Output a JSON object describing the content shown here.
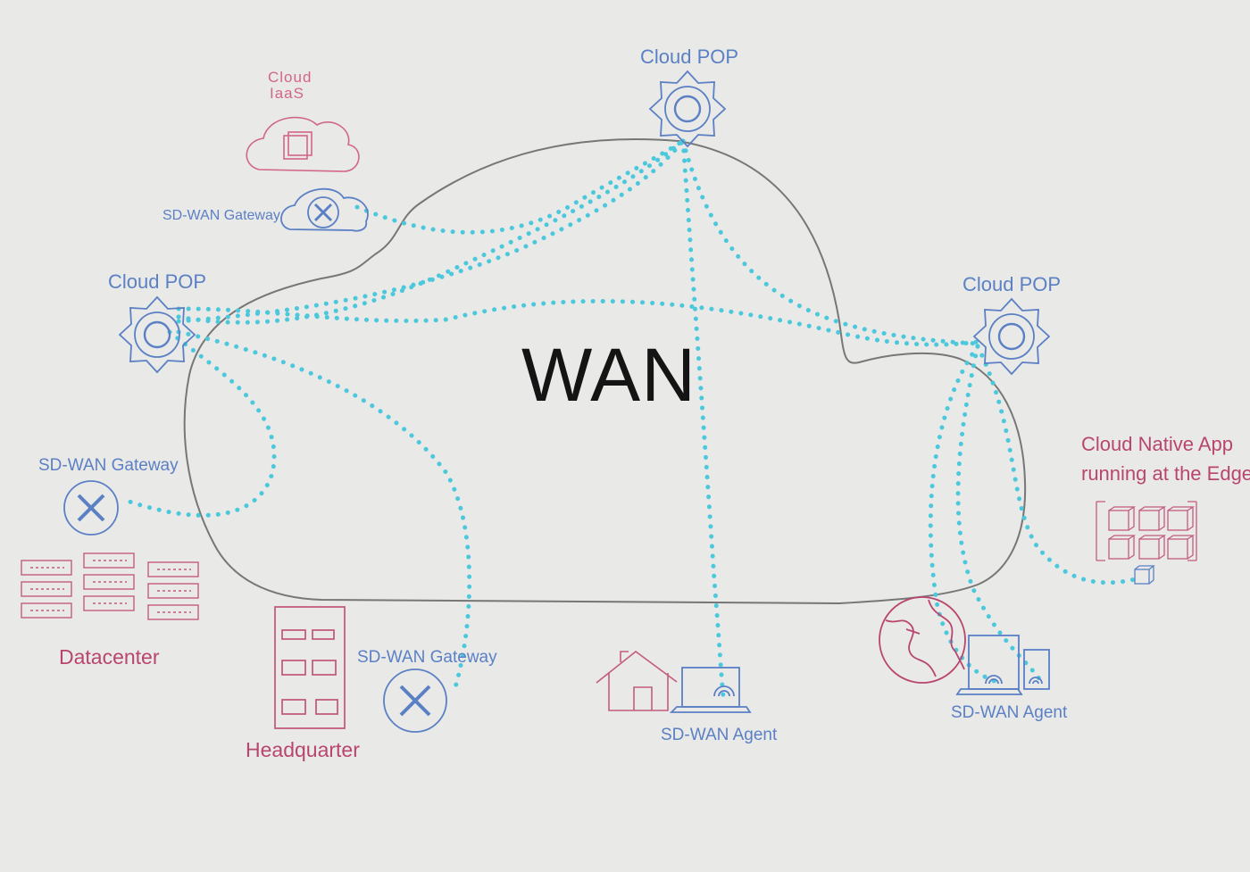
{
  "title": "WAN",
  "labels": {
    "cloud_iaas_line1": "Cloud",
    "cloud_iaas_line2": "IaaS",
    "cloud_pop_top": "Cloud POP",
    "cloud_pop_left": "Cloud POP",
    "cloud_pop_right": "Cloud POP",
    "sdwan_gateway_iaas": "SD-WAN Gateway",
    "sdwan_gateway_datacenter": "SD-WAN Gateway",
    "sdwan_gateway_hq": "SD-WAN Gateway",
    "datacenter": "Datacenter",
    "headquarter": "Headquarter",
    "sdwan_agent_home": "SD-WAN Agent",
    "sdwan_agent_mobile": "SD-WAN Agent",
    "edge_app_line1": "Cloud Native App",
    "edge_app_line2": "running at the Edge"
  },
  "icons": {
    "cloud_pop": "gear-sun-icon",
    "gateway": "x-circle-icon",
    "iaas": "cloud-icon",
    "datacenter": "server-rack-icon",
    "headquarter": "building-icon",
    "home": "house-icon",
    "agent_device": "laptop-icon",
    "globe": "globe-icon",
    "edge_app": "container-grid-icon"
  },
  "colors": {
    "background": "#e9e9e8",
    "cloud_outline": "#777777",
    "link": "#4cc8dc",
    "network_blue": "#5b80c4",
    "site_pink": "#b8466f"
  }
}
